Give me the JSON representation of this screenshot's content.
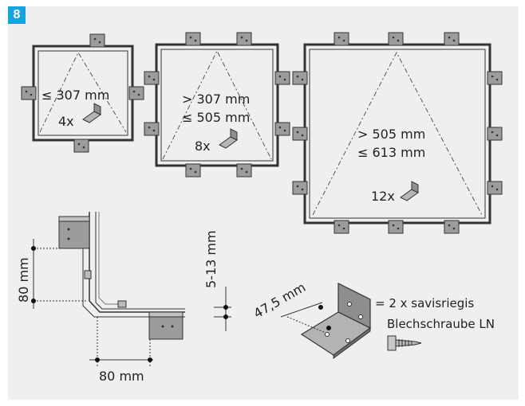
{
  "step_number": "8",
  "small_frame": {
    "size_label": "≤ 307 mm",
    "count_label": "4x"
  },
  "medium_frame": {
    "size_label_1": "> 307 mm",
    "size_label_2": "≤ 505 mm",
    "count_label": "8x"
  },
  "large_frame": {
    "size_label_1": "> 505 mm",
    "size_label_2": "≤ 613 mm",
    "count_label": "12x"
  },
  "corner_detail": {
    "vertical_label": "80 mm",
    "horizontal_label": "80 mm"
  },
  "profile_depth_label": "5-13 mm",
  "bracket_detail": {
    "leg_label": "47,5 mm",
    "screw_text_1": "= 2 x savisriegis",
    "screw_text_2": "Blechschraube LN"
  },
  "colors": {
    "badge": "#17a3dd",
    "background": "#efefef",
    "bracket": "#a9a9a9"
  }
}
